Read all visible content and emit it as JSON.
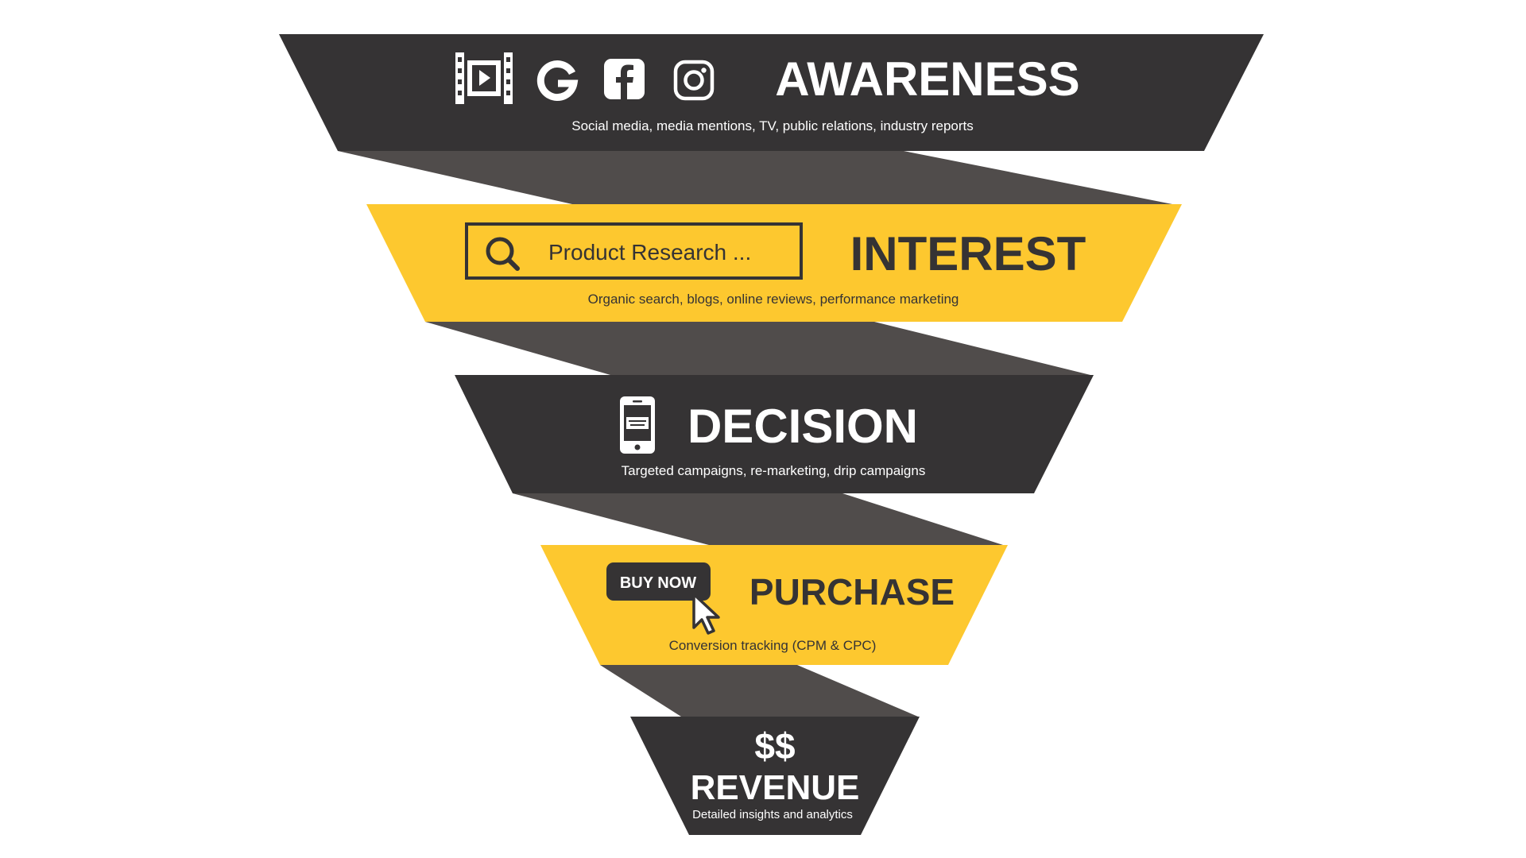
{
  "colors": {
    "dark": "#353334",
    "yellow": "#FDC82F",
    "connector": "#504C4B",
    "white": "#FFFFFF"
  },
  "stages": [
    {
      "id": "awareness",
      "title": "AWARENESS",
      "subtitle": "Social media, media mentions, TV, public relations, industry reports",
      "icons": [
        "video-icon",
        "google-icon",
        "facebook-icon",
        "instagram-icon"
      ]
    },
    {
      "id": "interest",
      "title": "INTEREST",
      "subtitle": "Organic search, blogs, online reviews, performance marketing",
      "search_text": "Product Research ...",
      "icons": [
        "search-icon"
      ]
    },
    {
      "id": "decision",
      "title": "DECISION",
      "subtitle": "Targeted campaigns, re-marketing, drip campaigns",
      "icons": [
        "smartphone-icon"
      ]
    },
    {
      "id": "purchase",
      "title": "PURCHASE",
      "subtitle": "Conversion tracking (CPM & CPC)",
      "button_text": "BUY NOW",
      "icons": [
        "cursor-icon"
      ]
    },
    {
      "id": "revenue",
      "symbol": "$$",
      "title": "REVENUE",
      "subtitle": "Detailed insights and analytics"
    }
  ]
}
